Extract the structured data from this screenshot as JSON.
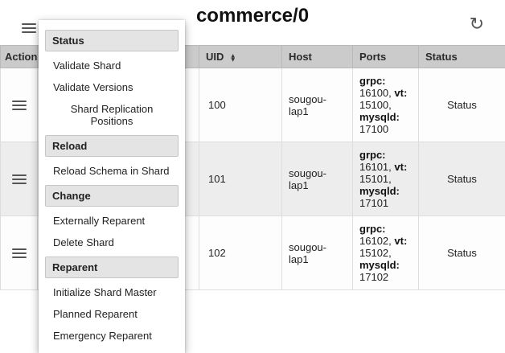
{
  "header": {
    "title": "commerce/0"
  },
  "icons": {
    "refresh": "↻",
    "sort_up": "▲",
    "sort_down": "▼"
  },
  "menu": {
    "sections": [
      {
        "header": "Status",
        "items": [
          "Validate Shard",
          "Validate Versions",
          "Shard Replication Positions"
        ]
      },
      {
        "header": "Reload",
        "items": [
          "Reload Schema in Shard"
        ]
      },
      {
        "header": "Change",
        "items": [
          "Externally Reparent",
          "Delete Shard"
        ]
      },
      {
        "header": "Reparent",
        "items": [
          "Initialize Shard Master",
          "Planned Reparent",
          "Emergency Reparent"
        ]
      }
    ]
  },
  "table": {
    "columns": [
      {
        "label": "Action"
      },
      {
        "label": ""
      },
      {
        "label": "UID"
      },
      {
        "label": "Host"
      },
      {
        "label": "Ports"
      },
      {
        "label": "Status"
      }
    ],
    "rows": [
      {
        "uid": "100",
        "host": "sougou-lap1",
        "ports": {
          "grpc_label": "grpc:",
          "grpc_value": "16100,",
          "vt_label": "vt:",
          "vt_value": "15100,",
          "mysqld_label": "mysqld:",
          "mysqld_value": "17100"
        },
        "status": "Status"
      },
      {
        "uid": "101",
        "host": "sougou-lap1",
        "ports": {
          "grpc_label": "grpc:",
          "grpc_value": "16101,",
          "vt_label": "vt:",
          "vt_value": "15101,",
          "mysqld_label": "mysqld:",
          "mysqld_value": "17101"
        },
        "status": "Status"
      },
      {
        "uid": "102",
        "host": "sougou-lap1",
        "ports": {
          "grpc_label": "grpc:",
          "grpc_value": "16102,",
          "vt_label": "vt:",
          "vt_value": "15102,",
          "mysqld_label": "mysqld:",
          "mysqld_value": "17102"
        },
        "status": "Status"
      }
    ]
  }
}
